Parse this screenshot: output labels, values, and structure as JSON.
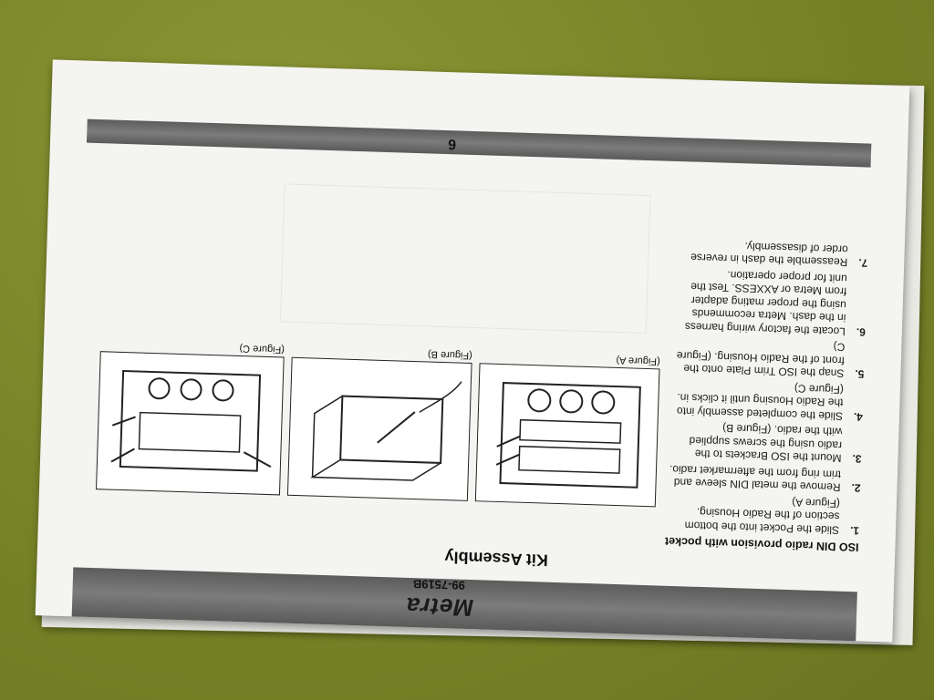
{
  "header": {
    "brand": "Metra",
    "part_number": "99-7519B"
  },
  "main": {
    "title": "Kit Assembly",
    "subtitle": "ISO DIN radio provision with pocket",
    "steps": [
      {
        "num": "1.",
        "text": "Slide the Pocket into the bottom\nsection of the Radio Housing.\n(Figure A)"
      },
      {
        "num": "2.",
        "text": "Remove the metal DIN sleeve and\ntrim ring from the aftermarket radio."
      },
      {
        "num": "3.",
        "text": "Mount the ISO Brackets to the\nradio using the screws supplied\nwith the radio. (Figure B)"
      },
      {
        "num": "4.",
        "text": "Slide the completed assembly into\nthe Radio Housing until it clicks in.\n(Figure C)"
      },
      {
        "num": "5.",
        "text": "Snap the ISO Trim Plate onto the\nfront of the Radio Housing.  (Figure C)"
      },
      {
        "num": "6.",
        "text": "Locate the factory wiring harness\nin the dash. Metra recommends\nusing the proper mating adapter\nfrom Metra or AXXESS. Test the\nunit for proper operation."
      },
      {
        "num": "7.",
        "text": "Reassemble the dash in reverse\norder of disassembly."
      }
    ],
    "figures": [
      {
        "caption": "(Figure A)"
      },
      {
        "caption": "(Figure B)"
      },
      {
        "caption": "(Figure C)"
      }
    ]
  },
  "footer": {
    "page_number": "6"
  }
}
